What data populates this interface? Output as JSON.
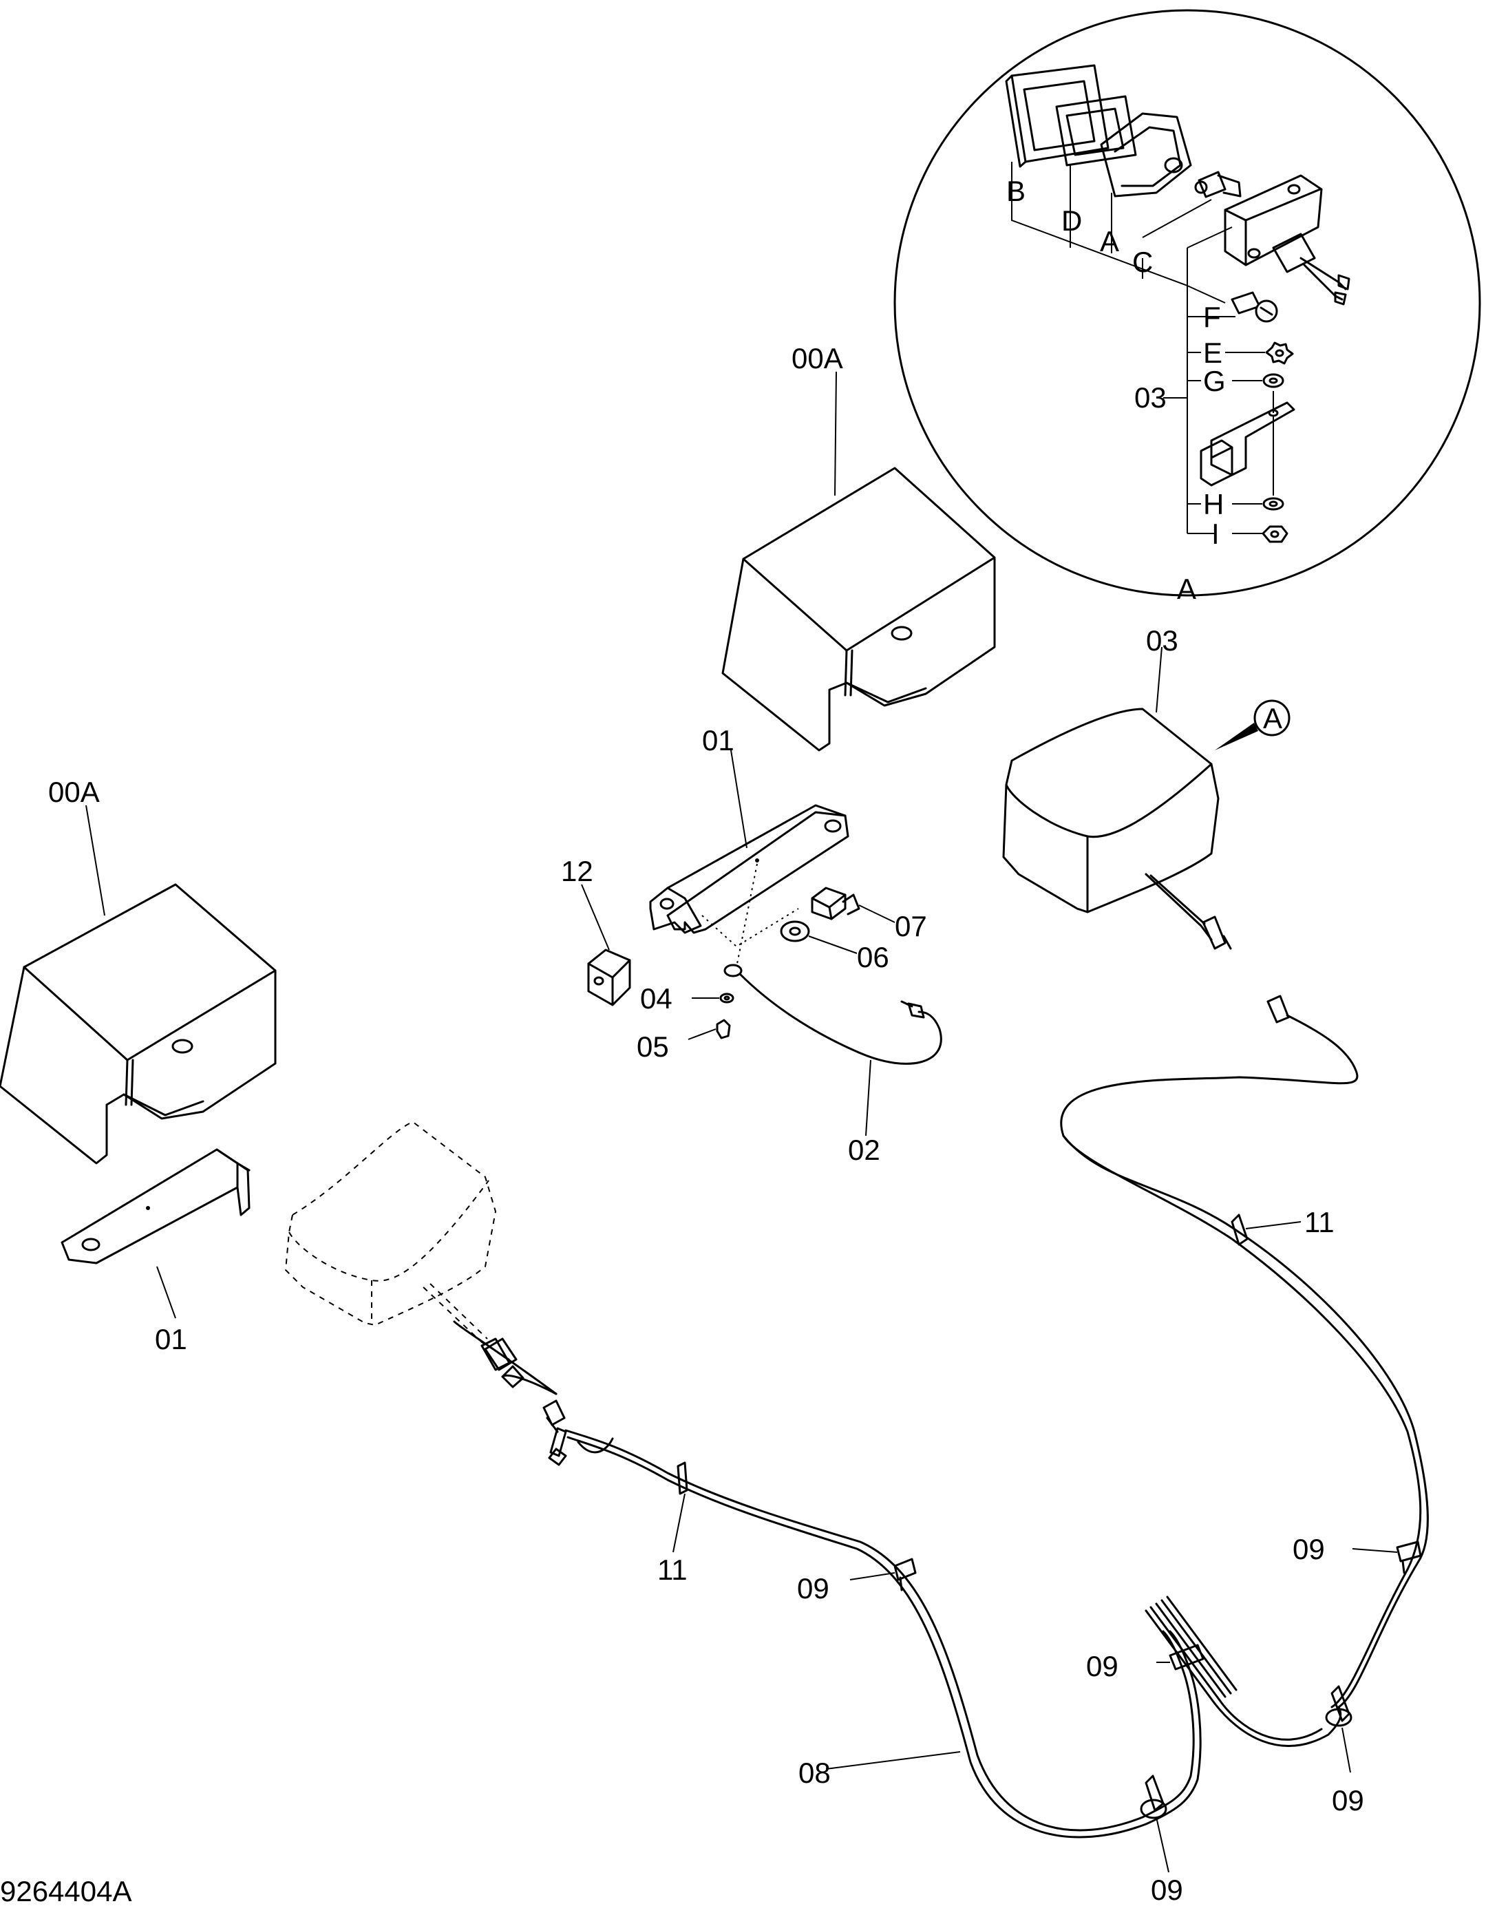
{
  "drawing_number": "9264404A",
  "labels": {
    "cover_upper": "00A",
    "cover_left": "00A",
    "bracket_upper": "01",
    "bracket_left": "01",
    "harness_short": "02",
    "lamp": "03",
    "washer_small": "04",
    "screw": "05",
    "washer_large": "06",
    "bolt": "07",
    "harness_long": "08",
    "clamp_a": "09",
    "clamp_b": "09",
    "clamp_c": "09",
    "clamp_d": "09",
    "clamp_e": "09",
    "tie_right": "11",
    "tie_left": "11",
    "block": "12",
    "callout_marker": "A"
  },
  "detail": {
    "title": "A",
    "group_label": "03",
    "parts": [
      "B",
      "D",
      "A",
      "C",
      "F",
      "E",
      "G",
      "H",
      "I"
    ]
  }
}
